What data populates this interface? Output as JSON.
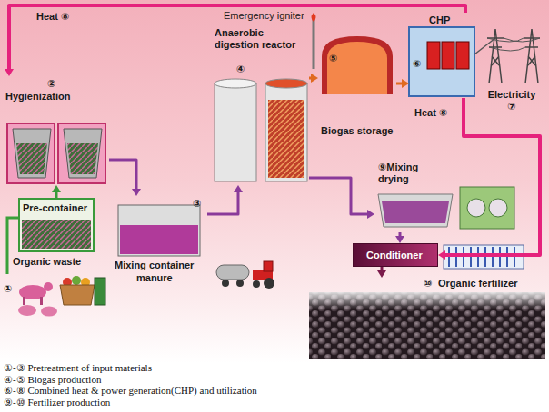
{
  "diagram": {
    "nodes": [
      {
        "text": [
          "②",
          "Hygienization"
        ]
      },
      {
        "text": [
          "Anaerobic digestion reactor",
          "④"
        ]
      },
      {
        "text": [
          "⑤",
          "Biogas storage"
        ]
      },
      {
        "text": [
          "CHP",
          "⑥"
        ]
      },
      {
        "text": [
          "③",
          "Mixing container",
          "manure"
        ]
      },
      {
        "text": [
          "Pre-container"
        ]
      },
      {
        "text": [
          "⑨Mixing drying"
        ]
      },
      {
        "text": [
          "Conditioner"
        ]
      },
      {
        "text": [
          "⑩",
          "Organic fertilizer"
        ]
      }
    ],
    "edges": [
      {
        "from": 5,
        "to": 0,
        "arrow": "to"
      },
      {
        "from": 0,
        "to": 4,
        "arrow": "to"
      },
      {
        "from": 4,
        "to": 1,
        "arrow": "to"
      },
      {
        "from": 1,
        "to": 2,
        "arrow": "to"
      },
      {
        "from": 2,
        "to": 3,
        "arrow": "to"
      },
      {
        "from": 3,
        "to": 0,
        "label": "Heat ⑧",
        "arrow": "to"
      },
      {
        "from": 3,
        "to": 7,
        "label": "Heat ⑧",
        "arrow": "to"
      },
      {
        "from": 1,
        "to": 6,
        "arrow": "to"
      },
      {
        "from": 6,
        "to": 7,
        "arrow": "to"
      },
      {
        "from": 7,
        "to": 8,
        "arrow": "to"
      }
    ],
    "labels": [
      "Emergency igniter",
      "Electricity ⑦",
      "Organic waste",
      "①",
      "①-③ Pretreatment of input materials",
      "④-⑤ Biogas production",
      "⑥-⑧ Combined heat & power generation(CHP) and utilization",
      "⑨-⑩ Fertilizer production"
    ]
  }
}
